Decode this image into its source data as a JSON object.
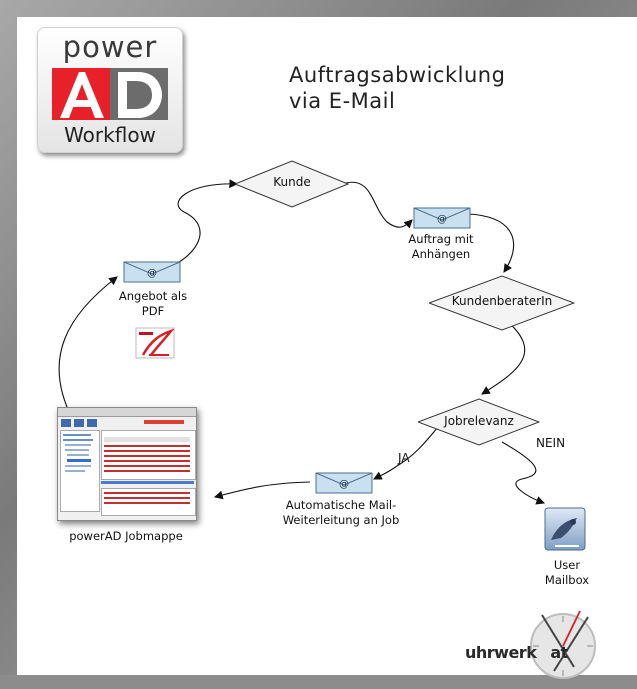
{
  "logo": {
    "top": "power",
    "bottom": "Workflow"
  },
  "title": {
    "line1": "Auftragsabwicklung",
    "line2": "via E-Mail"
  },
  "nodes": {
    "kunde": "Kunde",
    "kundenberater": "KundenberaterIn",
    "jobrelevanz": "Jobrelevanz"
  },
  "captions": {
    "auftrag": [
      "Auftrag mit",
      "Anhängen"
    ],
    "angebot": [
      "Angebot als",
      "PDF"
    ],
    "weiterleitung": [
      "Automatische Mail-",
      "Weiterleitung an Job"
    ],
    "mailbox": [
      "User",
      "Mailbox"
    ],
    "jobmappe": "powerAD Jobmappe"
  },
  "branches": {
    "yes": "JA",
    "no": "NEIN"
  },
  "icons": [
    "envelope-icon",
    "pdf-icon",
    "mail-app-icon",
    "clock-logo-icon"
  ],
  "brand": {
    "text": "uhrwerk",
    "suffix": "at"
  },
  "colors": {
    "logo_red": "#e8202a",
    "logo_gray": "#6c6c6c",
    "envelope_blue": "#8ab4d8"
  }
}
